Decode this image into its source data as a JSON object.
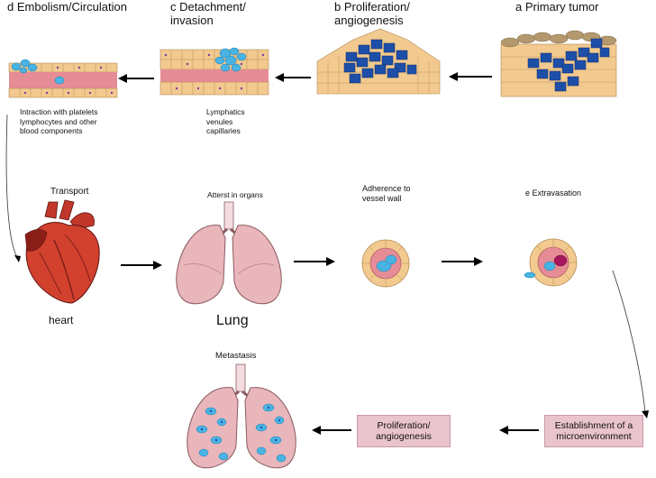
{
  "stages": {
    "a": "a  Primary tumor",
    "b_line1": "b  Proliferation/",
    "b_line2": "angiogenesis",
    "c_line1": "c  Detachment/",
    "c_line2": "invasion",
    "d": "d  Embolism/Circulation"
  },
  "notes": {
    "vessels": [
      "Lymphatics",
      "venules",
      "capillaries"
    ],
    "interaction": [
      "Intraction with platelets",
      "lymphocytes and other",
      "blood components"
    ]
  },
  "row2": {
    "transport": "Transport",
    "heart": "heart",
    "arrest": "Atterst in organs",
    "lung": "Lung",
    "adherence_line1": "Adherence to",
    "adherence_line2": "vessel wall",
    "extravasation": "e  Extravasation"
  },
  "row3": {
    "metastasis": "Metastasis",
    "proliferation_line1": "Proliferation/",
    "proliferation_line2": "angiogenesis",
    "establishment_line1": "Establishment of a",
    "establishment_line2": "microenvironment"
  },
  "colors": {
    "tissue": "#f2c98e",
    "tumor": "#1e4fa8",
    "vessel": "#e68c96",
    "lung": "#e9b6bc",
    "cancer_cell": "#49b3e3",
    "box": "#e9c4cc"
  }
}
